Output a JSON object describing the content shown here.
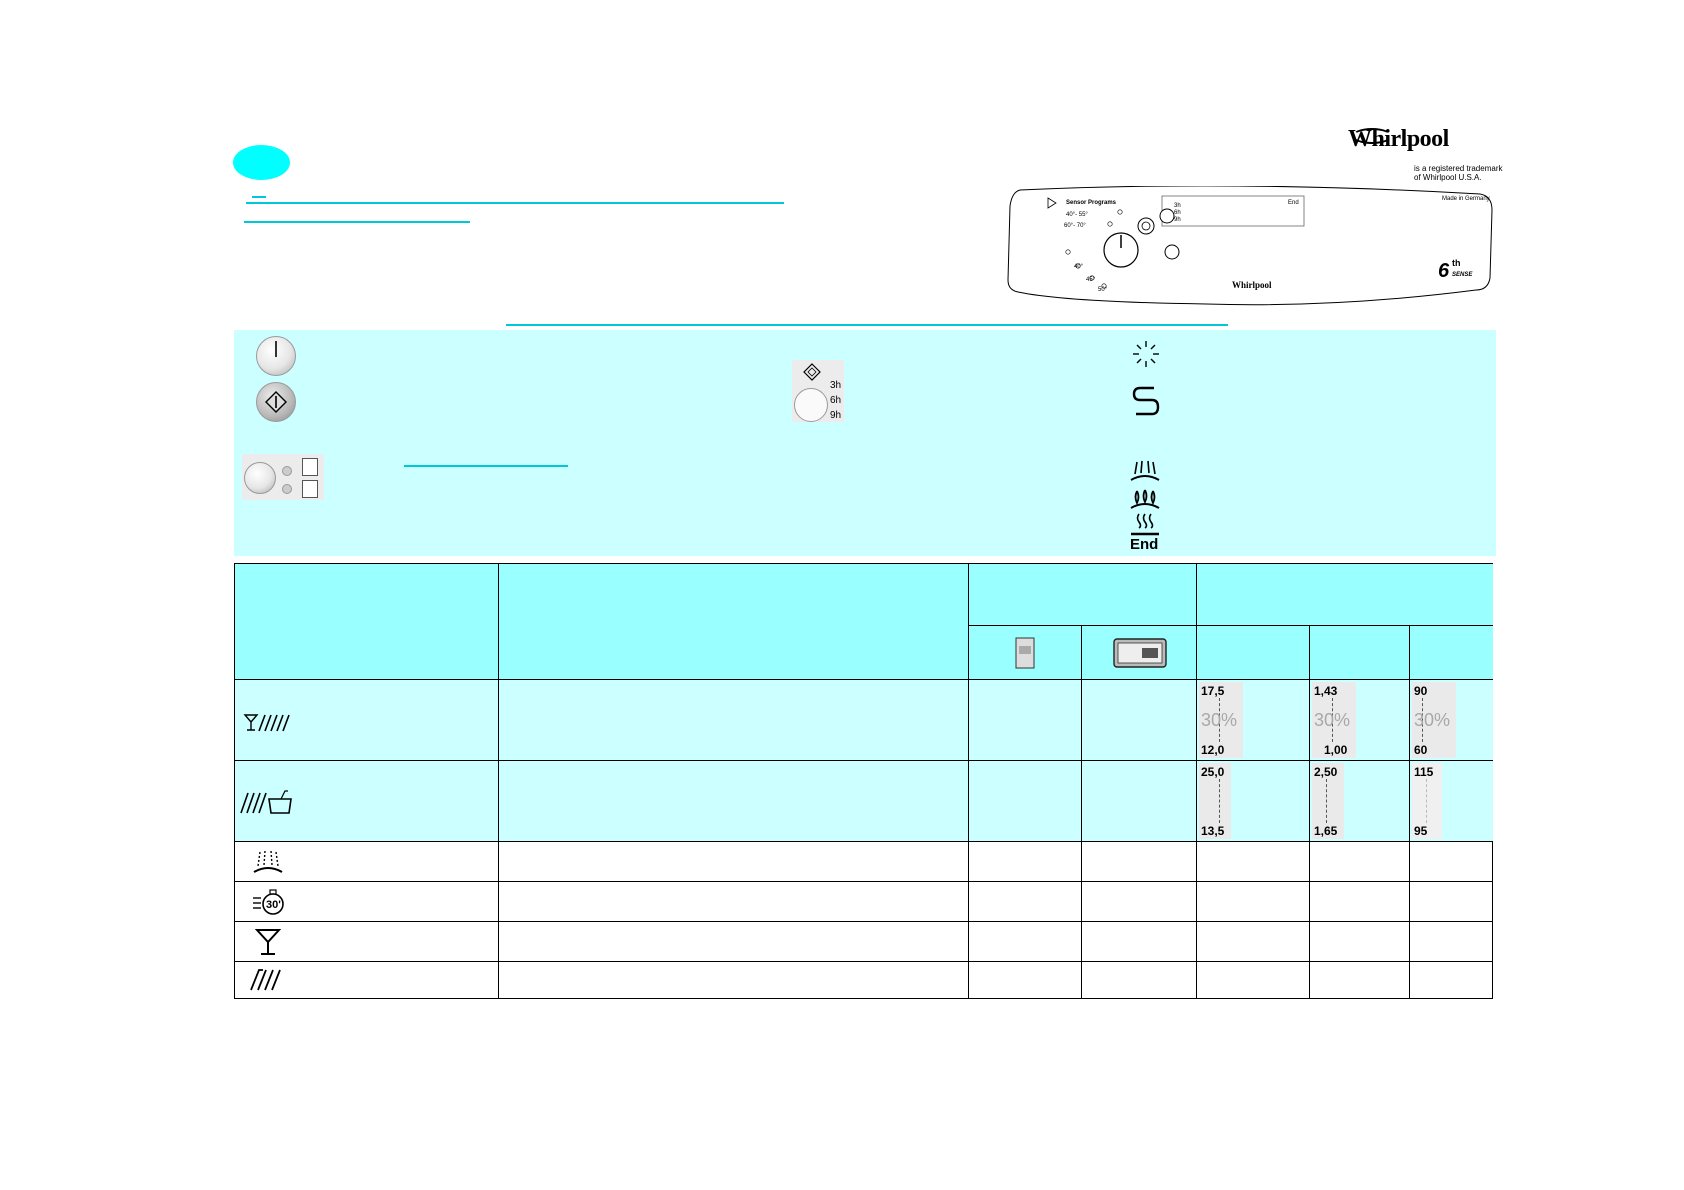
{
  "brand": {
    "logo_text": "Whirlpool",
    "trademark_line1": "is a registered trademark",
    "trademark_line2": "of Whirlpool U.S.A."
  },
  "panel": {
    "sensor_label": "Sensor Programs",
    "temp1": "40°- 55°",
    "temp2": "60°- 70°",
    "temp3": "40°",
    "temp4": "45°",
    "temp5": "50°",
    "display_3h": "3h",
    "display_6h": "6h",
    "display_9h": "9h",
    "display_end": "End",
    "made_in": "Made in Germany",
    "panel_logo": "Whirlpool",
    "sixth_sense_digit": "6",
    "sixth_sense_sup": "th",
    "sixth_sense_word": "SENSE"
  },
  "band": {
    "delay_3h": "3h",
    "delay_6h": "6h",
    "delay_9h": "9h",
    "end_label": "End"
  },
  "table": {
    "gauges": [
      {
        "top": "17,5",
        "bottom": "12,0",
        "pct": "30%"
      },
      {
        "top": "1,43",
        "bottom": "1,00",
        "pct": "30%"
      },
      {
        "top": "90",
        "bottom": "60",
        "pct": "30%"
      },
      {
        "top": "25,0",
        "bottom": "13,5",
        "pct": ""
      },
      {
        "top": "2,50",
        "bottom": "1,65",
        "pct": ""
      },
      {
        "top": "115",
        "bottom": "95",
        "pct": ""
      }
    ],
    "quick_wash_label": "30'"
  }
}
